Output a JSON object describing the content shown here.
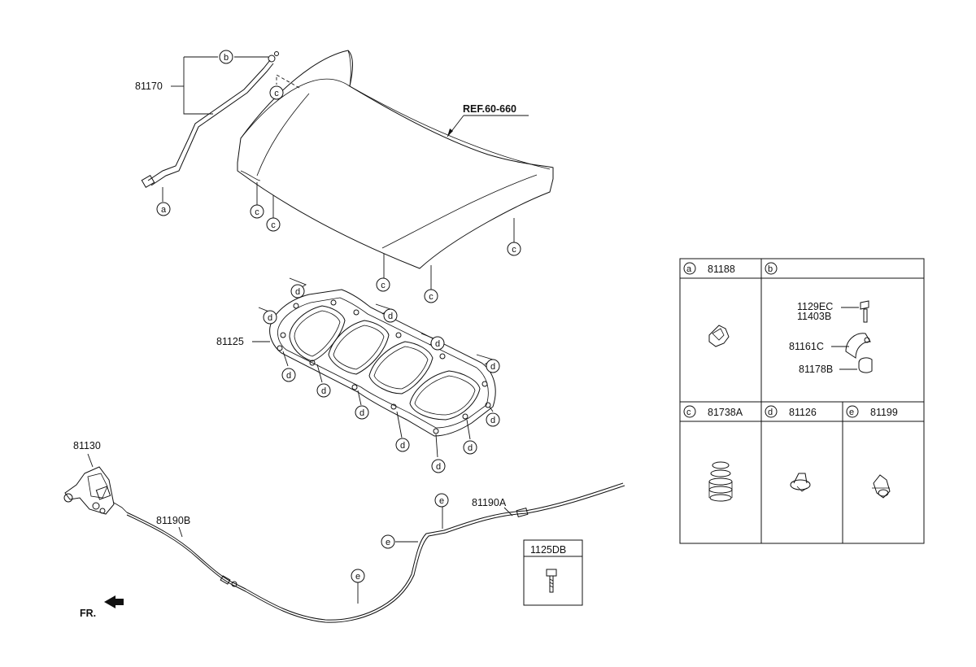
{
  "labels": {
    "hinge": "81170",
    "ref": "REF.60-660",
    "insulator": "81125",
    "latch": "81130",
    "cable_b": "81190B",
    "cable_a": "81190A",
    "bolt": "1125DB",
    "front": "FR."
  },
  "callouts": {
    "a": "a",
    "b": "b",
    "c": "c",
    "d": "d",
    "e": "e"
  },
  "legend": {
    "a": {
      "letter": "a",
      "part": "81188"
    },
    "b": {
      "letter": "b",
      "parts": [
        "1129EC",
        "11403B",
        "81161C",
        "81178B"
      ]
    },
    "c": {
      "letter": "c",
      "part": "81738A"
    },
    "d": {
      "letter": "d",
      "part": "81126"
    },
    "e": {
      "letter": "e",
      "part": "81199"
    }
  }
}
